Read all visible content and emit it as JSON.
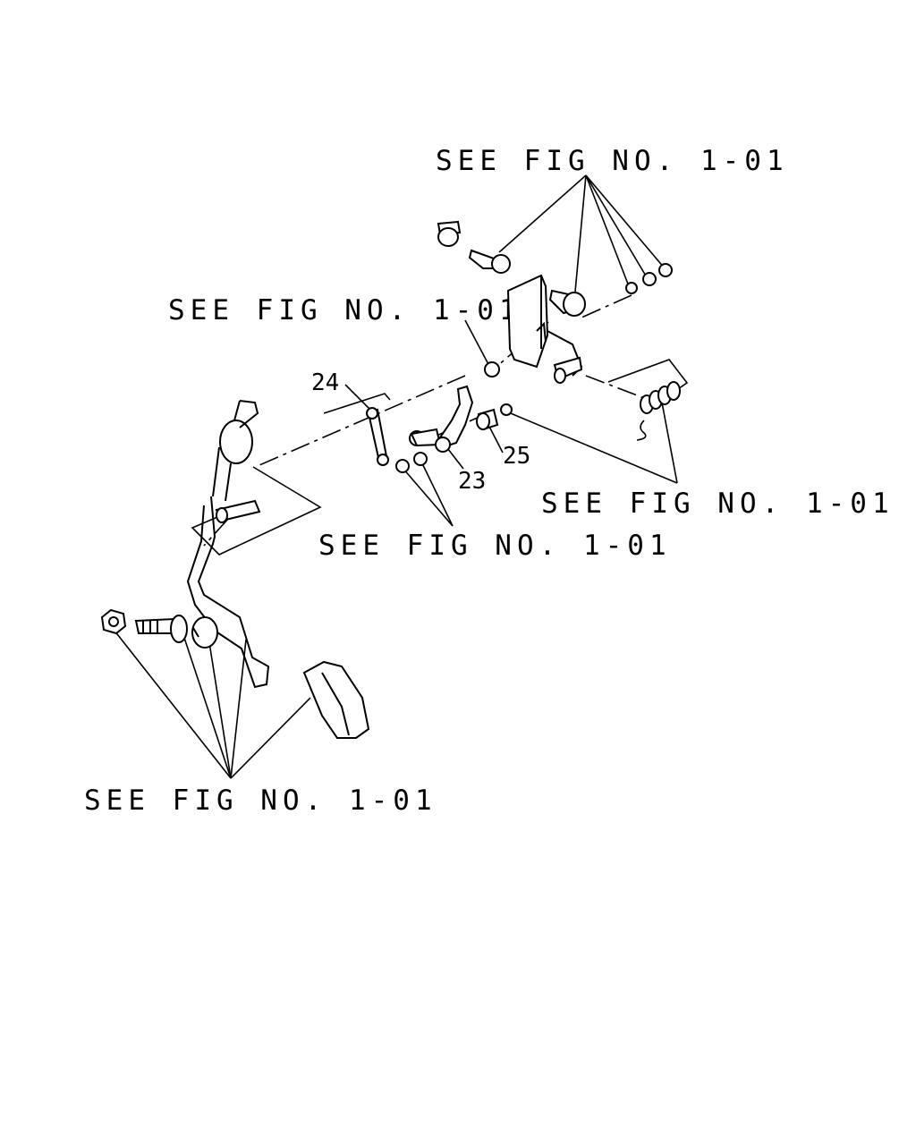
{
  "refs": {
    "top": "SEE FIG NO. 1-01",
    "upper_left": "SEE FIG NO. 1-01",
    "right": "SEE FIG NO. 1-01",
    "middle": "SEE FIG NO. 1-01",
    "bottom": "SEE FIG NO. 1-01"
  },
  "callouts": {
    "c24": "24",
    "c23": "23",
    "c25": "25"
  }
}
